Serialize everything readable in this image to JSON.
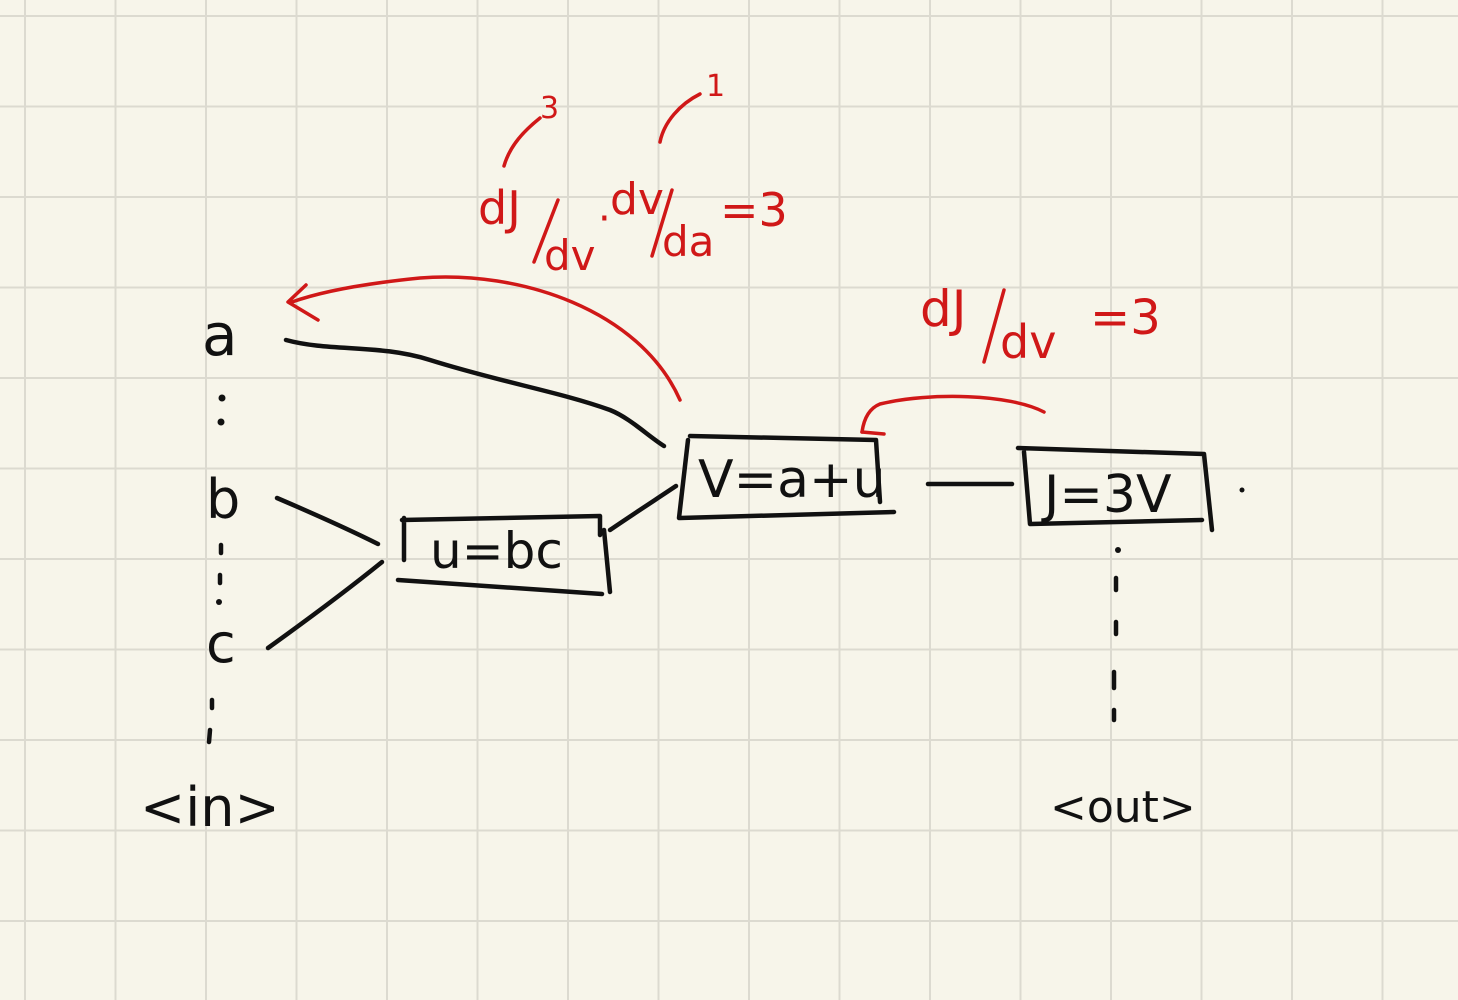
{
  "nodes": {
    "input_a": "a",
    "input_b": "b",
    "input_c": "c",
    "u_box": "u=bc",
    "v_box": "V=a+u",
    "j_box": "J=3V"
  },
  "io_labels": {
    "input": "<in>",
    "output": "<out>"
  },
  "annotations": {
    "dj_dv_right": {
      "numerator": "dJ",
      "denominator": "dv",
      "value": "=3"
    },
    "dj_da_chain": {
      "term1_num": "dJ",
      "term1_den": "dv",
      "term1_value": "3",
      "dot": "·",
      "term2_num": "dv",
      "term2_den": "da",
      "term2_value": "1",
      "result": "=3"
    }
  },
  "colors": {
    "ink": "#111111",
    "annotation": "#d01818",
    "paper": "#f7f5ea",
    "grid": "#dcdad0"
  }
}
